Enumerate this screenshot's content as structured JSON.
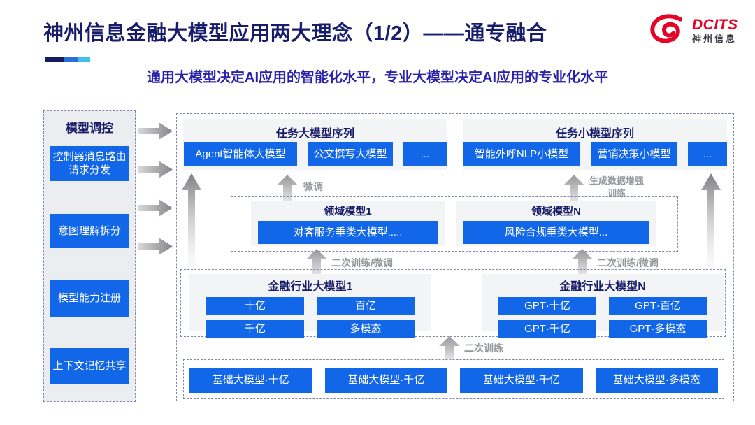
{
  "slide": {
    "title": "神州信息金融大模型应用两大理念（1/2）——通专融合",
    "subtitle": "通用大模型决定AI应用的智能化水平，专业大模型决定AI应用的专业化水平"
  },
  "logo": {
    "brand": "DCITS",
    "company": "神州信息"
  },
  "sidebar": {
    "title": "模型调控",
    "items": [
      {
        "label": "控制器消息路由请求分发"
      },
      {
        "label": "意图理解拆分"
      },
      {
        "label": "模型能力注册"
      },
      {
        "label": "上下文记忆共享"
      }
    ]
  },
  "task_large_models": {
    "title": "任务大模型序列",
    "items": [
      {
        "label": "Agent智能体大模型"
      },
      {
        "label": "公文撰写大模型"
      },
      {
        "label": "..."
      }
    ]
  },
  "task_small_models": {
    "title": "任务小模型序列",
    "items": [
      {
        "label": "智能外呼NLP小模型"
      },
      {
        "label": "营销决策小模型"
      },
      {
        "label": "..."
      }
    ]
  },
  "domain_models": {
    "sections": [
      {
        "title": "领域模型1",
        "item": "对客服务垂类大模型....."
      },
      {
        "title": "领域模型N",
        "item": "风险合规垂类大模型..."
      }
    ]
  },
  "industry_models": {
    "sections": [
      {
        "title": "金融行业大模型1",
        "items": [
          "十亿",
          "百亿",
          "千亿",
          "多模态"
        ]
      },
      {
        "title": "金融行业大模型N",
        "items": [
          "GPT·十亿",
          "GPT·百亿",
          "GPT·千亿",
          "GPT·多模态"
        ]
      }
    ]
  },
  "base_models": {
    "items": [
      "基础大模型·十亿",
      "基础大模型·千亿",
      "基础大模型·千亿",
      "基础大模型·多模态"
    ]
  },
  "arrow_labels": {
    "fine_tune": "微调",
    "gen_data_aug": "生成数据增强训练",
    "retrain_or_finetune": "二次训练/微调",
    "retrain": "二次训练"
  },
  "colors": {
    "accent_blue": "#1267e8",
    "navy_text": "#181d6b",
    "subtitle_blue": "#2a22aa",
    "logo_red": "#e60127",
    "label_gray": "#95979b"
  }
}
